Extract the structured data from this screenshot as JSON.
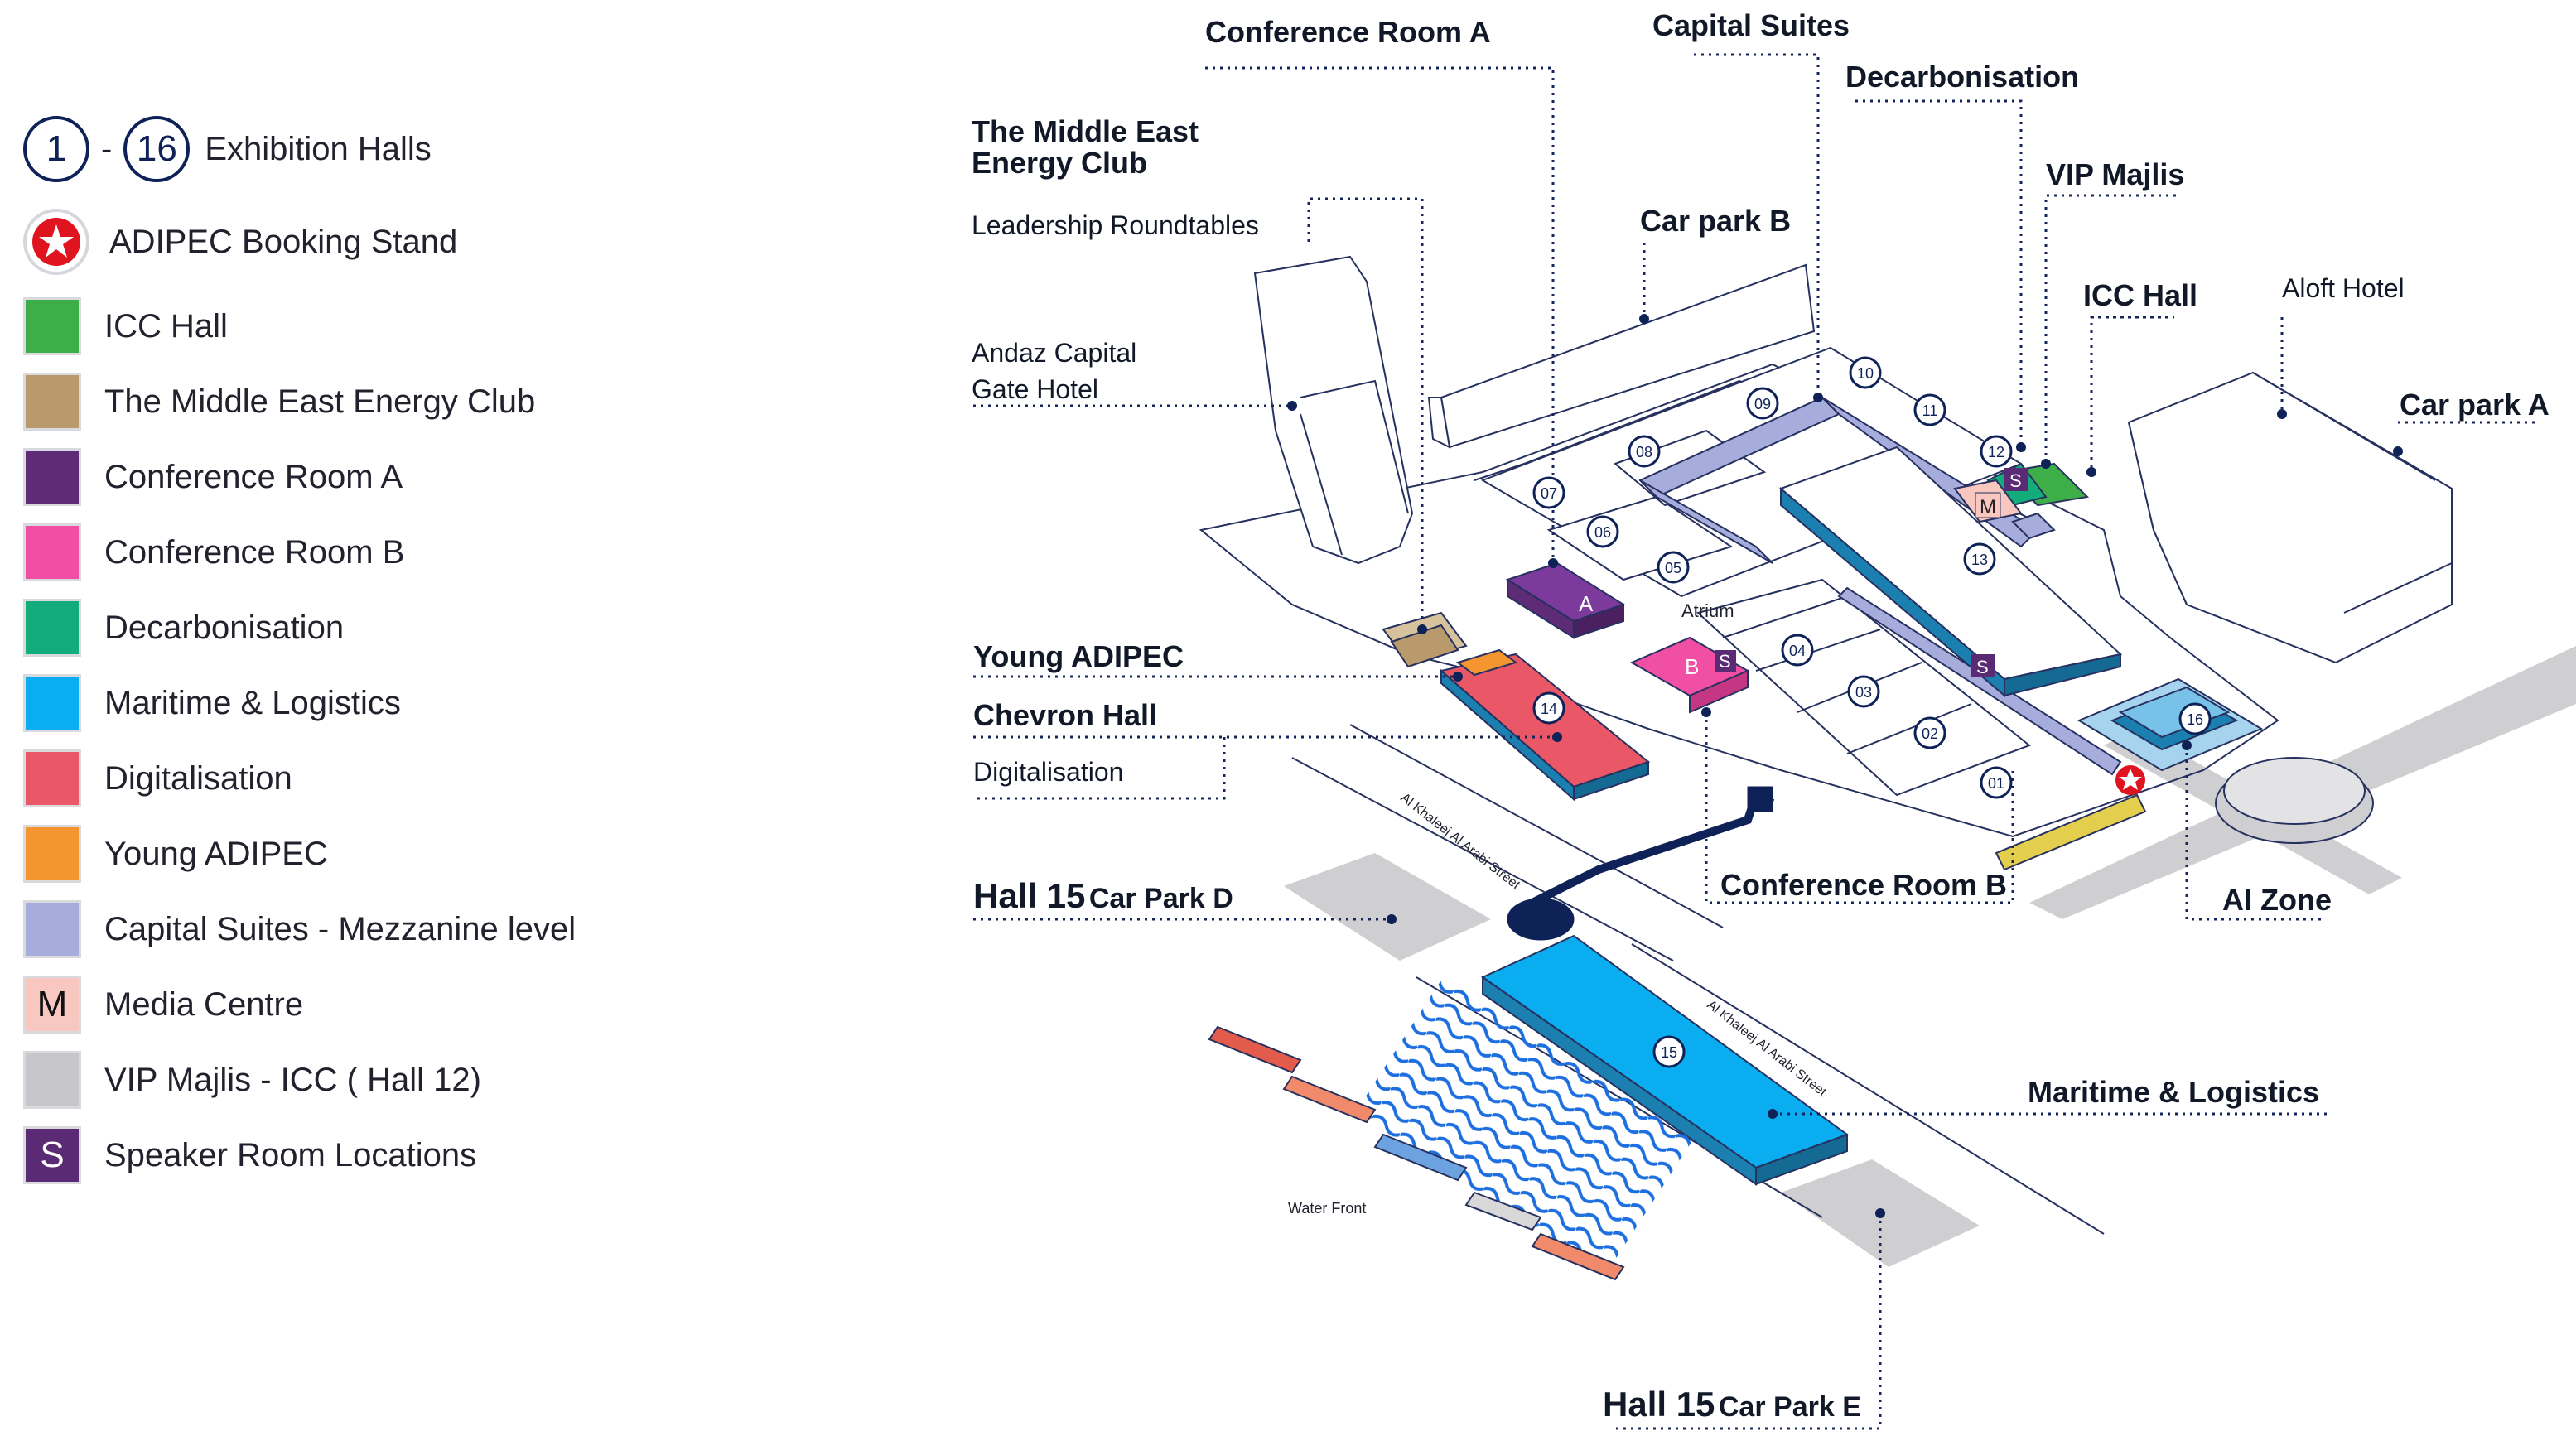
{
  "legend": {
    "halls": {
      "from": "1",
      "dash": "-",
      "to": "16",
      "label": "Exhibition Halls"
    },
    "booking": {
      "label": "ADIPEC Booking Stand"
    },
    "items": [
      {
        "label": "ICC Hall",
        "color": "#3eae49",
        "glyph": ""
      },
      {
        "label": "The Middle East Energy Club",
        "color": "#b89a6c",
        "glyph": ""
      },
      {
        "label": "Conference Room A",
        "color": "#5e2b77",
        "glyph": ""
      },
      {
        "label": "Conference Room B",
        "color": "#f14fa3",
        "glyph": ""
      },
      {
        "label": "Decarbonisation",
        "color": "#13ac7b",
        "glyph": ""
      },
      {
        "label": "Maritime & Logistics",
        "color": "#0aaef0",
        "glyph": ""
      },
      {
        "label": "Digitalisation",
        "color": "#ea5868",
        "glyph": ""
      },
      {
        "label": "Young ADIPEC",
        "color": "#f5952f",
        "glyph": ""
      },
      {
        "label": "Capital Suites - Mezzanine level",
        "color": "#a6acdb",
        "glyph": ""
      },
      {
        "label": "Media Centre",
        "color": "#f8c7bf",
        "glyph": "M"
      },
      {
        "label": "VIP Majlis - ICC ( Hall 12)",
        "color": "#c7c7cb",
        "glyph": ""
      },
      {
        "label": "Speaker Room Locations",
        "color": "#5a2a74",
        "glyph": "S"
      }
    ]
  },
  "map": {
    "callouts": {
      "conference_room_a": "Conference Room A",
      "capital_suites": "Capital Suites",
      "decarbonisation": "Decarbonisation",
      "middle_east_club_line1": "The Middle East",
      "middle_east_club_line2": "Energy Club",
      "leadership": "Leadership Roundtables",
      "vip_majlis": "VIP Majlis",
      "car_park_b": "Car park B",
      "icc_hall": "ICC Hall",
      "aloft": "Aloft Hotel",
      "andaz_line1": "Andaz Capital",
      "andaz_line2": "Gate Hotel",
      "car_park_a": "Car park A",
      "young_adipec": "Young ADIPEC",
      "chevron_hall": "Chevron Hall",
      "digitalisation": "Digitalisation",
      "hall15_d_prefix": "Hall 15",
      "hall15_d_suffix": "Car Park D",
      "conference_room_b": "Conference Room B",
      "ai_zone": "AI Zone",
      "maritime": "Maritime & Logistics",
      "hall15_e_prefix": "Hall 15",
      "hall15_e_suffix": "Car Park E",
      "atrium": "Atrium",
      "water_front": "Water Front",
      "street1": "Al Khaleej Al Arabi Street",
      "street2": "Al Khaleej Al Arabi Street"
    },
    "hall_numbers": [
      "01",
      "02",
      "03",
      "04",
      "05",
      "06",
      "07",
      "08",
      "09",
      "10",
      "11",
      "12",
      "13",
      "14",
      "15",
      "16"
    ],
    "room_letters": {
      "a": "A",
      "b": "B",
      "m": "M",
      "s": "S"
    }
  }
}
